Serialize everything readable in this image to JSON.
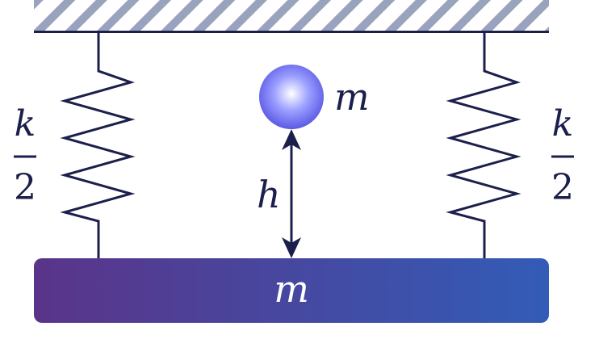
{
  "labels": {
    "ball_mass": "m",
    "plate_mass": "m",
    "height": "h",
    "left_spring": {
      "numerator": "k",
      "denominator": "2"
    },
    "right_spring": {
      "numerator": "k",
      "denominator": "2"
    }
  },
  "colors": {
    "ink": "#1b1f4b",
    "hatch": "#9aa3bd",
    "plate_start": "#5a3489",
    "plate_end": "#325cb7",
    "ball_highlight": "#ffffff",
    "ball_mid": "#9a9eff",
    "ball_edge": "#5b5ae4",
    "plate_text": "#ffffff"
  }
}
